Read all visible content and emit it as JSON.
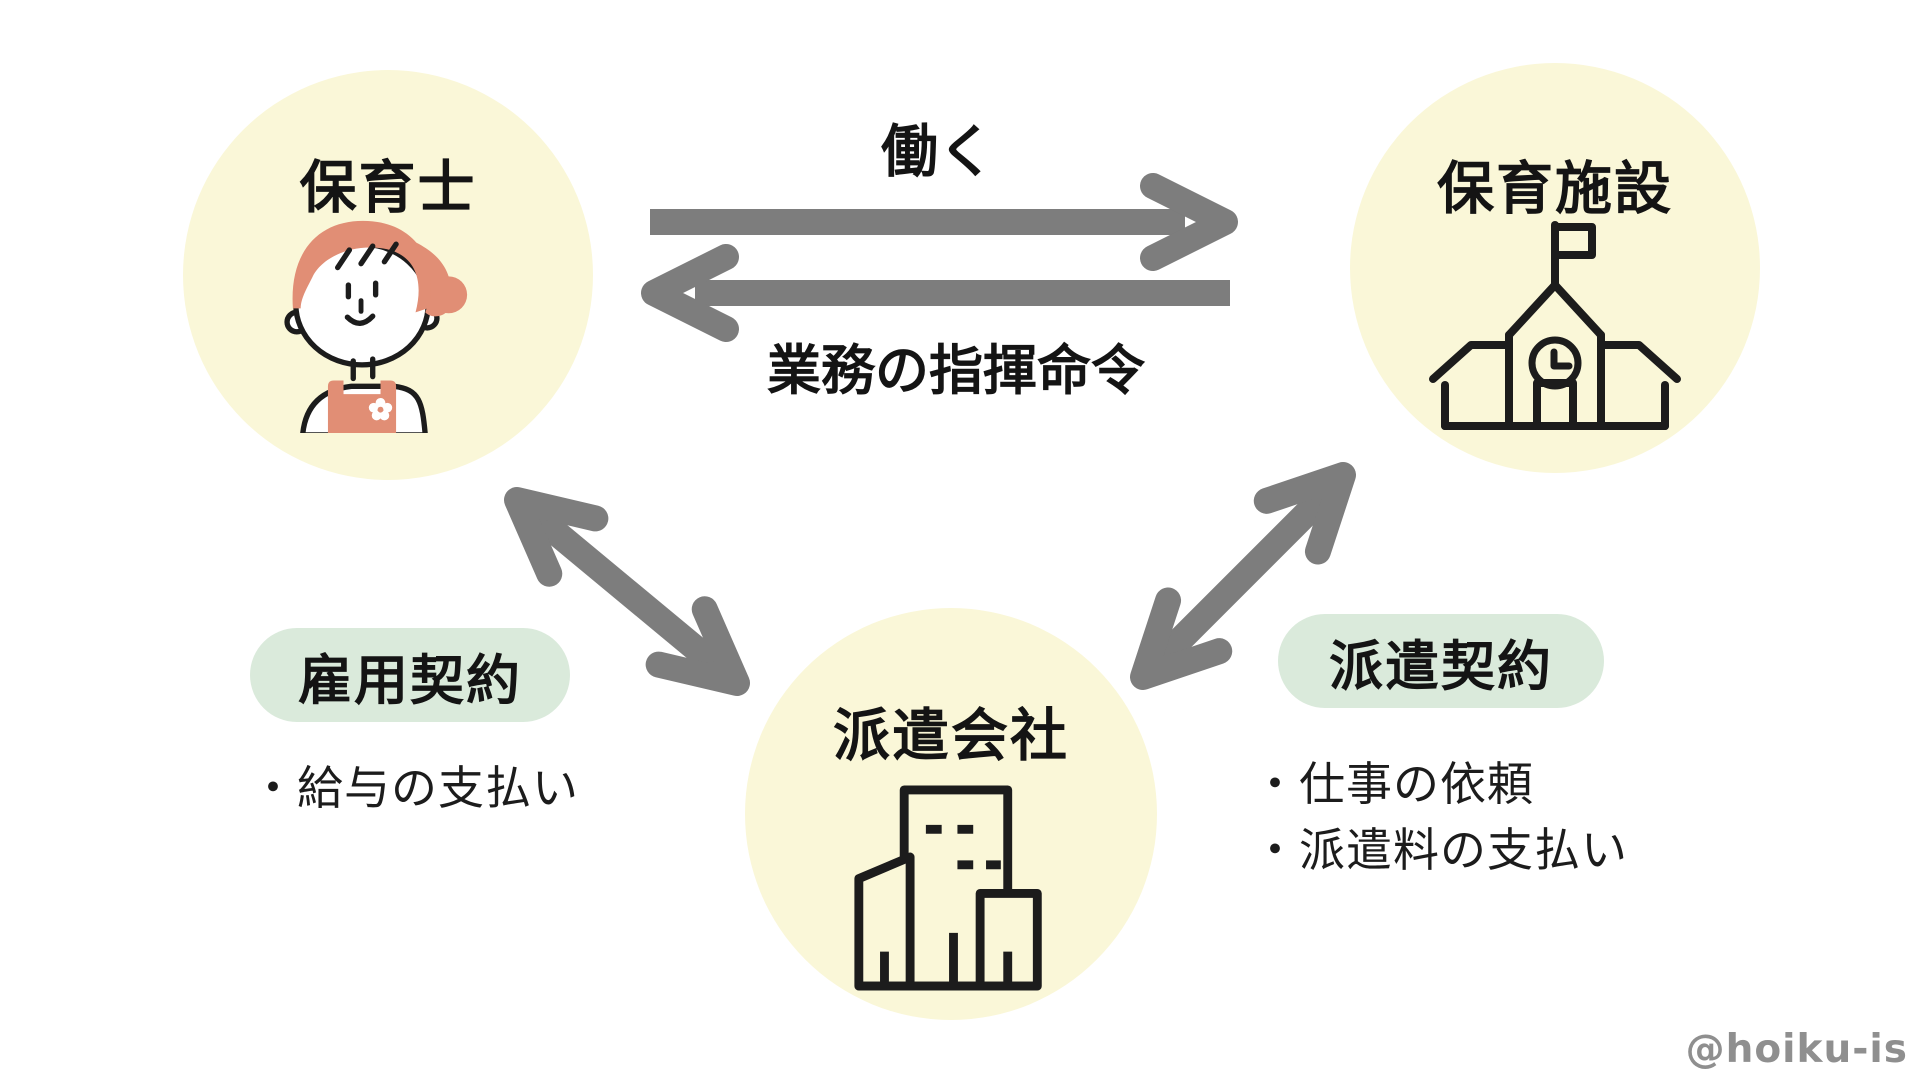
{
  "nodes": {
    "worker": {
      "label": "保育士",
      "icon": "childcare-worker-icon"
    },
    "facility": {
      "label": "保育施設",
      "icon": "school-building-icon"
    },
    "agency": {
      "label": "派遣会社",
      "icon": "office-building-icon"
    }
  },
  "relations": {
    "work": {
      "label": "働く",
      "from": "保育士",
      "to": "保育施設"
    },
    "command": {
      "label": "業務の指揮命令",
      "from": "保育施設",
      "to": "保育士"
    },
    "employment": {
      "label": "雇用契約",
      "between": [
        "保育士",
        "派遣会社"
      ],
      "notes": [
        "・給与の支払い"
      ]
    },
    "dispatch": {
      "label": "派遣契約",
      "between": [
        "保育施設",
        "派遣会社"
      ],
      "notes": [
        "・仕事の依頼",
        "・派遣料の支払い"
      ]
    }
  },
  "watermark": "@hoiku-is",
  "colors": {
    "background": "#ffffff",
    "node_circle_fill": "#faf7d8",
    "contract_pill_fill": "#daeadb",
    "arrow_gray": "#7d7d7d",
    "text_black": "#141414",
    "illustration_salmon": "#e18e75",
    "watermark_gray": "#8f8f8f"
  }
}
